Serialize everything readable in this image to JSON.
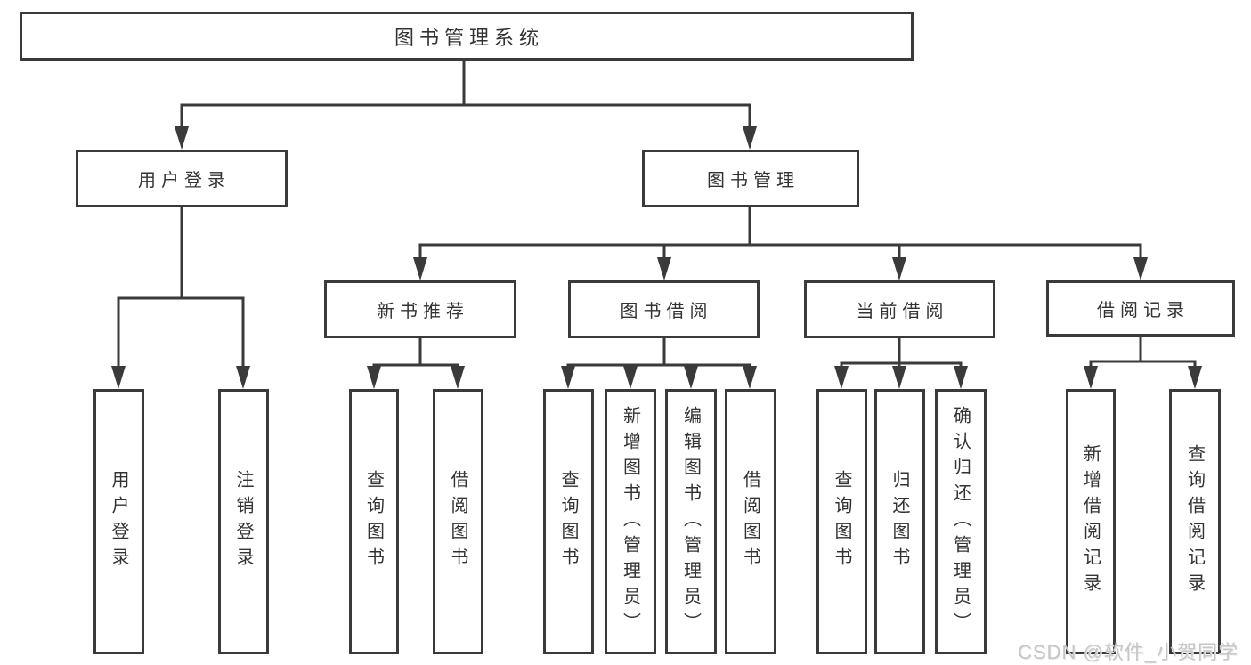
{
  "diagram": {
    "title": "图书管理系统",
    "level2": {
      "login": "用户登录",
      "manage": "图书管理"
    },
    "level3": {
      "newbook": "新书推荐",
      "borrow": "图书借阅",
      "current": "当前借阅",
      "records": "借阅记录"
    },
    "leaves": {
      "login": [
        "用户登录",
        "注销登录"
      ],
      "newbook": [
        "查询图书",
        "借阅图书"
      ],
      "borrow": [
        "查询图书",
        "新增图书（管理员）",
        "编辑图书（管理员）",
        "借阅图书"
      ],
      "current": [
        "查询图书",
        "归还图书",
        "确认归还（管理员）"
      ],
      "records": [
        "新增借阅记录",
        "查询借阅记录"
      ]
    },
    "watermark": "CSDN @软件_小贺同学",
    "colors": {
      "line": "#3a3a3a",
      "text": "#333333",
      "background": "#ffffff",
      "watermark": "#c6c6c6"
    }
  }
}
